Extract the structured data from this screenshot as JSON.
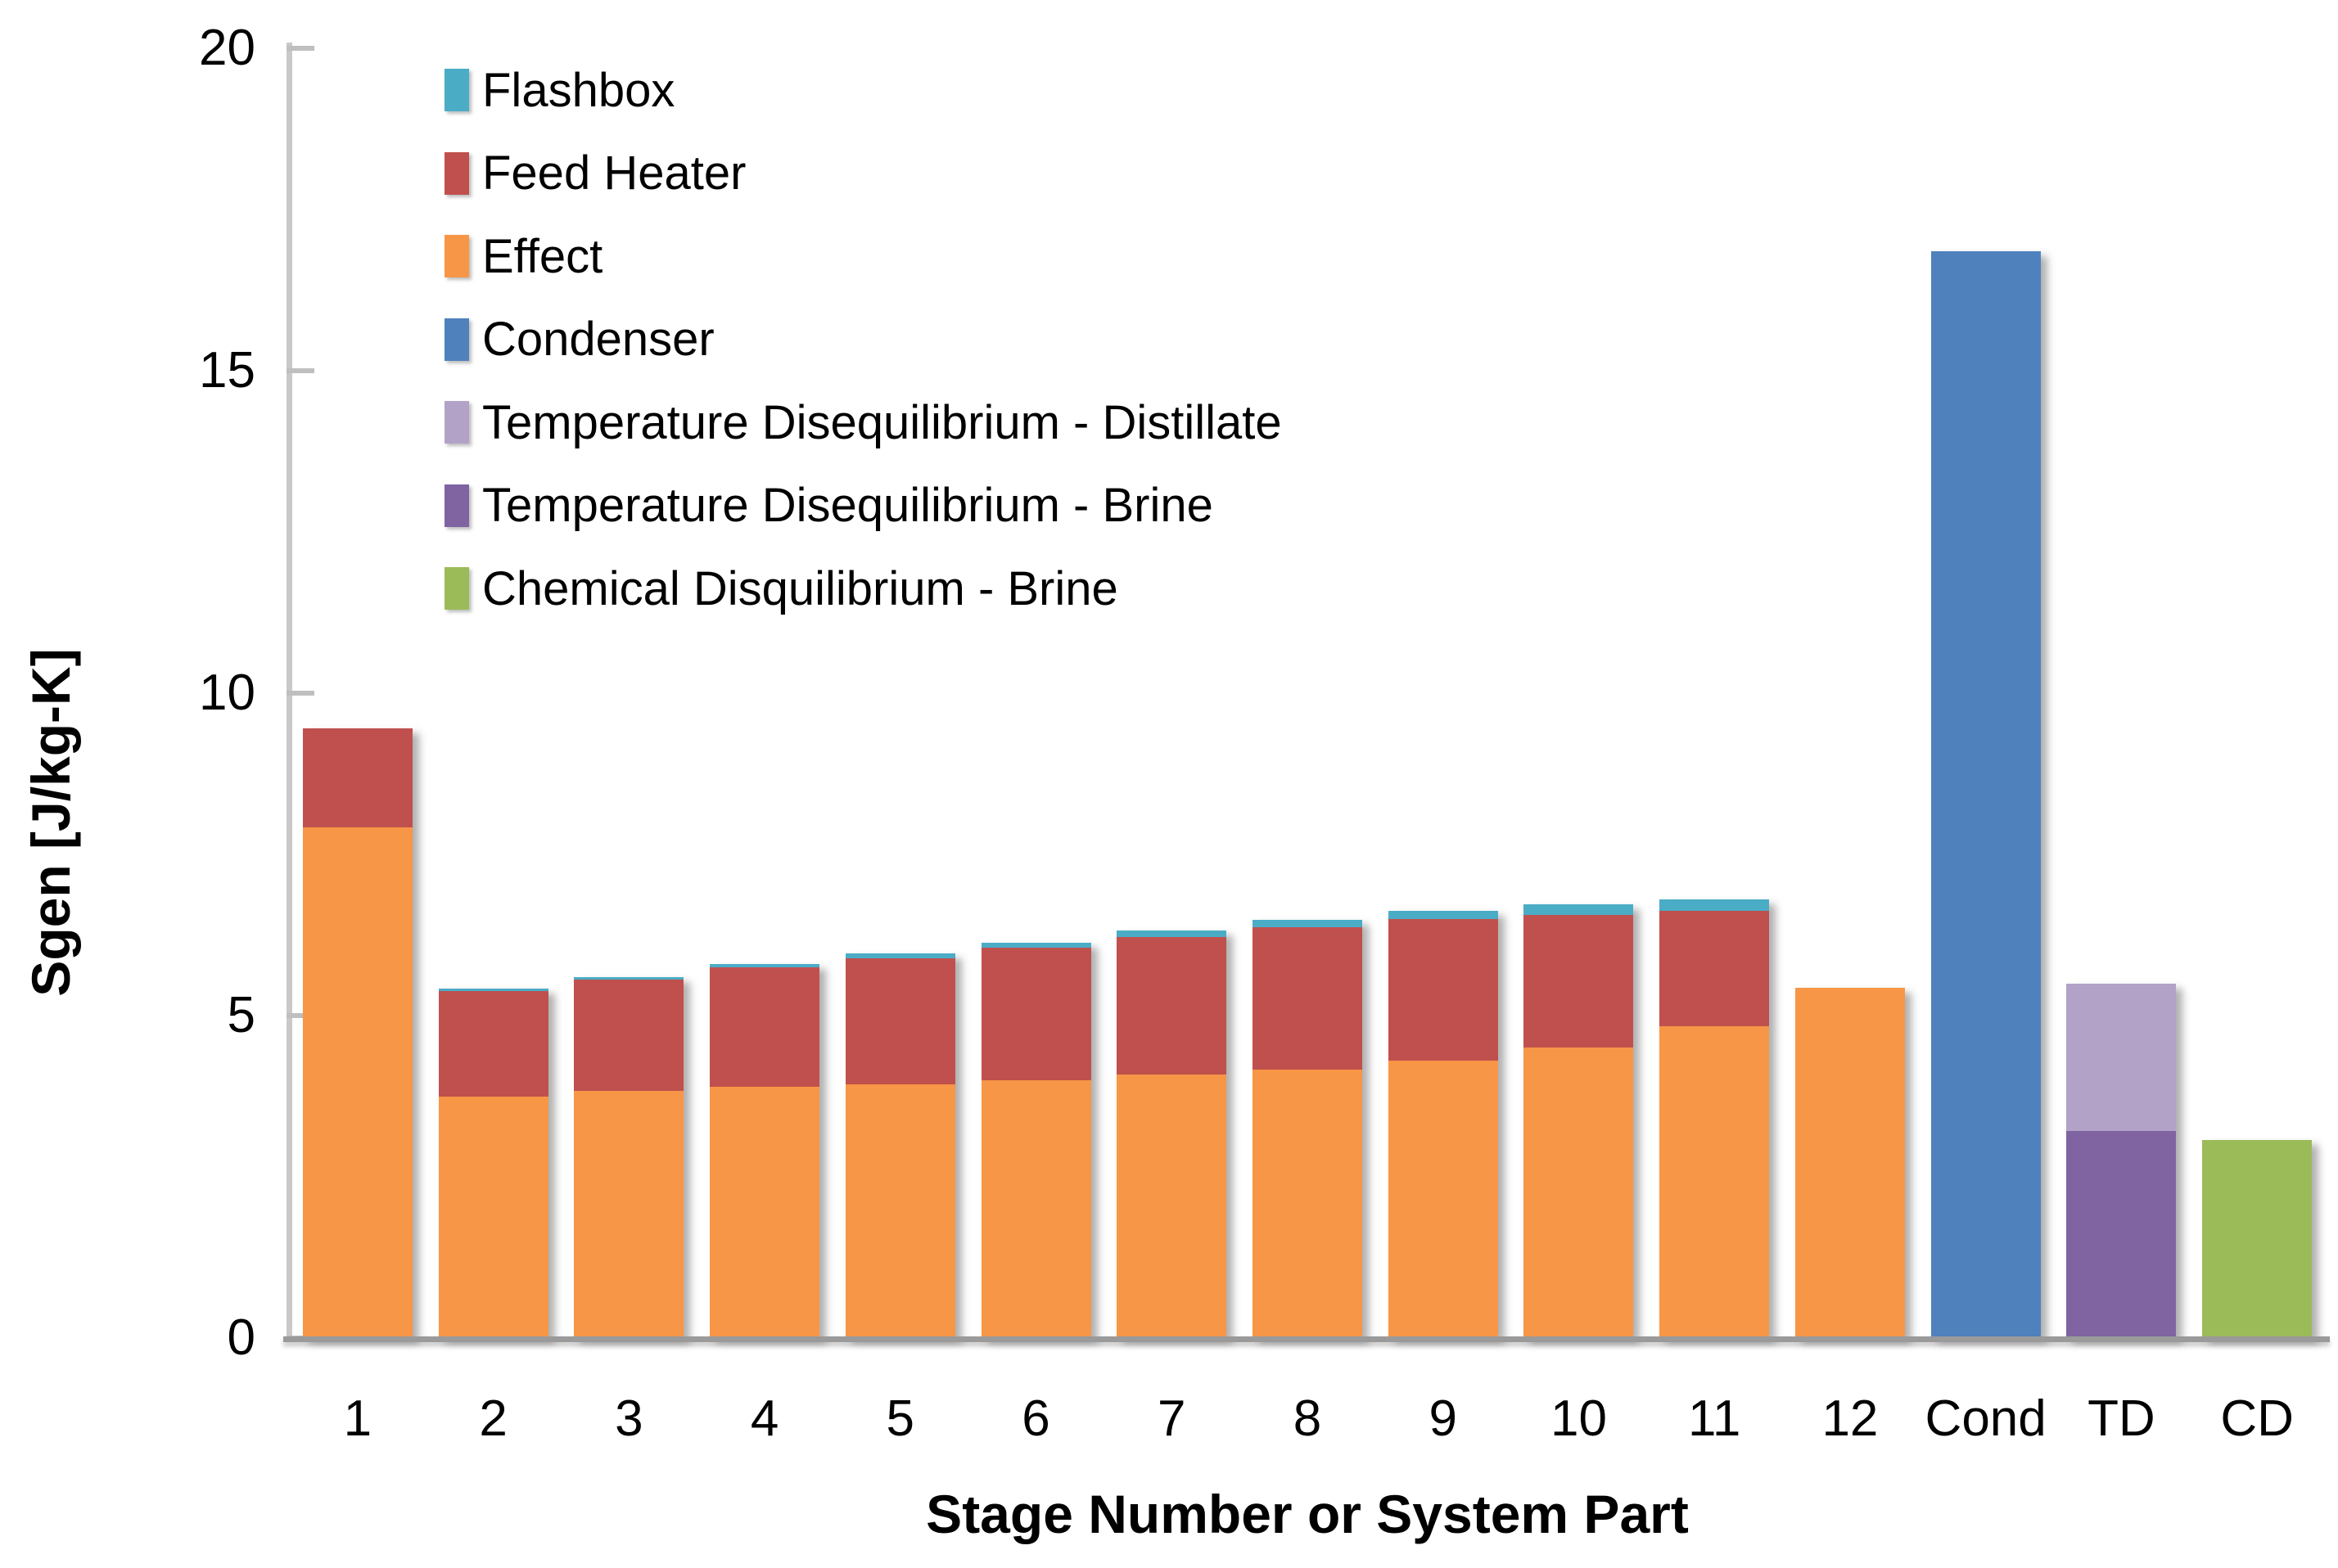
{
  "chart_data": {
    "type": "bar",
    "stacked": true,
    "title": "",
    "xlabel": "Stage Number or System Part",
    "ylabel": "Sgen [J/kg-K]",
    "ylim": [
      0,
      20
    ],
    "yticks": [
      0,
      5,
      10,
      15,
      20
    ],
    "grid": false,
    "legend_position": "upper-left-inside",
    "categories": [
      "1",
      "2",
      "3",
      "4",
      "5",
      "6",
      "7",
      "8",
      "9",
      "10",
      "11",
      "12",
      "Cond",
      "TD",
      "CD"
    ],
    "series": [
      {
        "name": "Flashbox",
        "color": "#4BACC6",
        "values": [
          0,
          0.04,
          0.04,
          0.05,
          0.07,
          0.08,
          0.1,
          0.11,
          0.13,
          0.17,
          0.18,
          0,
          0,
          0,
          0
        ]
      },
      {
        "name": "Feed Heater",
        "color": "#C0504D",
        "values": [
          1.53,
          1.64,
          1.73,
          1.85,
          1.96,
          2.05,
          2.13,
          2.21,
          2.2,
          2.06,
          1.79,
          0,
          0,
          0,
          0
        ]
      },
      {
        "name": "Effect",
        "color": "#F79646",
        "values": [
          7.92,
          3.74,
          3.83,
          3.9,
          3.93,
          4.0,
          4.09,
          4.16,
          4.3,
          4.5,
          4.83,
          5.43,
          0,
          0,
          0
        ]
      },
      {
        "name": "Condenser",
        "color": "#4F81BD",
        "values": [
          0,
          0,
          0,
          0,
          0,
          0,
          0,
          0,
          0,
          0,
          0,
          0,
          16.85,
          0,
          0
        ]
      },
      {
        "name": "Temperature Disequilibrium - Distillate",
        "color": "#B3A2C7",
        "values": [
          0,
          0,
          0,
          0,
          0,
          0,
          0,
          0,
          0,
          0,
          0,
          0,
          0,
          2.28,
          0
        ]
      },
      {
        "name": "Temperature Disequilibrium - Brine",
        "color": "#8064A2",
        "values": [
          0,
          0,
          0,
          0,
          0,
          0,
          0,
          0,
          0,
          0,
          0,
          0,
          0,
          3.21,
          0
        ]
      },
      {
        "name": "Chemical Disquilibrium - Brine",
        "color": "#9BBB59",
        "values": [
          0,
          0,
          0,
          0,
          0,
          0,
          0,
          0,
          0,
          0,
          0,
          0,
          0,
          0,
          3.07
        ]
      }
    ],
    "stack_order_bottom_to_top": [
      2,
      1,
      0,
      3,
      5,
      4,
      6
    ],
    "axis_colors": {
      "y_axis_line": "#C9C9C9",
      "x_axis_line": "#9A9A9A",
      "tick": "#BFBFBF",
      "text": "#000000"
    }
  },
  "legend": {
    "entries": [
      "Flashbox",
      "Feed Heater",
      "Effect",
      "Condenser",
      "Temperature Disequilibrium - Distillate",
      "Temperature Disequilibrium - Brine",
      "Chemical Disquilibrium - Brine"
    ]
  }
}
